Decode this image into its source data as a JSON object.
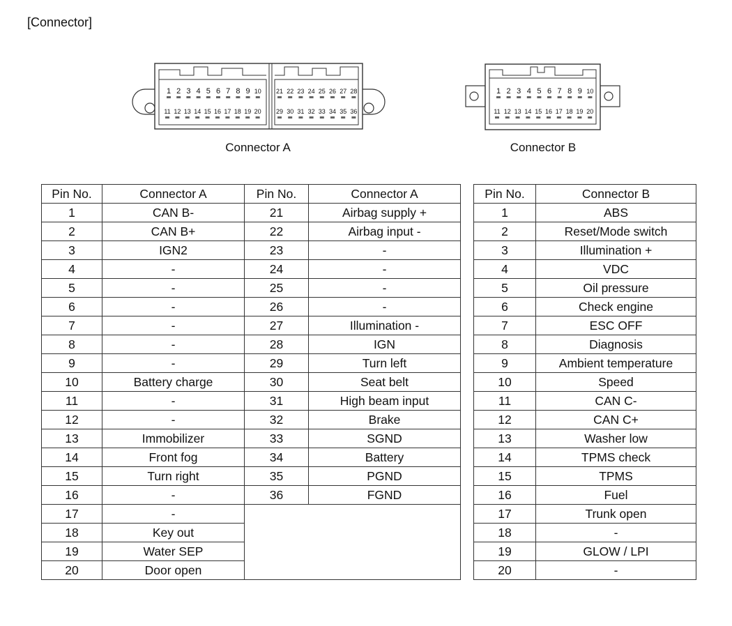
{
  "title": "[Connector]",
  "connector_a": {
    "label": "Connector A",
    "top_row": [
      "1",
      "2",
      "3",
      "4",
      "5",
      "6",
      "7",
      "8",
      "9",
      "10"
    ],
    "bottom_row": [
      "11",
      "12",
      "13",
      "14",
      "15",
      "16",
      "17",
      "18",
      "19",
      "20"
    ],
    "top_row_2": [
      "21",
      "22",
      "23",
      "24",
      "25",
      "26",
      "27",
      "28"
    ],
    "bottom_row_2": [
      "29",
      "30",
      "31",
      "32",
      "33",
      "34",
      "35",
      "36"
    ]
  },
  "connector_b": {
    "label": "Connector B",
    "top_row": [
      "1",
      "2",
      "3",
      "4",
      "5",
      "6",
      "7",
      "8",
      "9",
      "10"
    ],
    "bottom_row": [
      "11",
      "12",
      "13",
      "14",
      "15",
      "16",
      "17",
      "18",
      "19",
      "20"
    ]
  },
  "table_a": {
    "headers": [
      "Pin No.",
      "Connector A",
      "Pin No.",
      "Connector A"
    ],
    "left": [
      [
        "1",
        "CAN B-"
      ],
      [
        "2",
        "CAN B+"
      ],
      [
        "3",
        "IGN2"
      ],
      [
        "4",
        "-"
      ],
      [
        "5",
        "-"
      ],
      [
        "6",
        "-"
      ],
      [
        "7",
        "-"
      ],
      [
        "8",
        "-"
      ],
      [
        "9",
        "-"
      ],
      [
        "10",
        "Battery charge"
      ],
      [
        "11",
        "-"
      ],
      [
        "12",
        "-"
      ],
      [
        "13",
        "Immobilizer"
      ],
      [
        "14",
        "Front fog"
      ],
      [
        "15",
        "Turn right"
      ],
      [
        "16",
        "-"
      ],
      [
        "17",
        "-"
      ],
      [
        "18",
        "Key out"
      ],
      [
        "19",
        "Water SEP"
      ],
      [
        "20",
        "Door open"
      ]
    ],
    "right": [
      [
        "21",
        "Airbag supply +"
      ],
      [
        "22",
        "Airbag input -"
      ],
      [
        "23",
        "-"
      ],
      [
        "24",
        "-"
      ],
      [
        "25",
        "-"
      ],
      [
        "26",
        "-"
      ],
      [
        "27",
        "Illumination -"
      ],
      [
        "28",
        "IGN"
      ],
      [
        "29",
        "Turn left"
      ],
      [
        "30",
        "Seat belt"
      ],
      [
        "31",
        "High beam input"
      ],
      [
        "32",
        "Brake"
      ],
      [
        "33",
        "SGND"
      ],
      [
        "34",
        "Battery"
      ],
      [
        "35",
        "PGND"
      ],
      [
        "36",
        "FGND"
      ]
    ]
  },
  "table_b": {
    "headers": [
      "Pin No.",
      "Connector B"
    ],
    "rows": [
      [
        "1",
        "ABS"
      ],
      [
        "2",
        "Reset/Mode switch"
      ],
      [
        "3",
        "Illumination +"
      ],
      [
        "4",
        "VDC"
      ],
      [
        "5",
        "Oil pressure"
      ],
      [
        "6",
        "Check engine"
      ],
      [
        "7",
        "ESC OFF"
      ],
      [
        "8",
        "Diagnosis"
      ],
      [
        "9",
        "Ambient temperature"
      ],
      [
        "10",
        "Speed"
      ],
      [
        "11",
        "CAN C-"
      ],
      [
        "12",
        "CAN C+"
      ],
      [
        "13",
        "Washer low"
      ],
      [
        "14",
        "TPMS check"
      ],
      [
        "15",
        "TPMS"
      ],
      [
        "16",
        "Fuel"
      ],
      [
        "17",
        "Trunk open"
      ],
      [
        "18",
        "-"
      ],
      [
        "19",
        "GLOW / LPI"
      ],
      [
        "20",
        "-"
      ]
    ]
  }
}
